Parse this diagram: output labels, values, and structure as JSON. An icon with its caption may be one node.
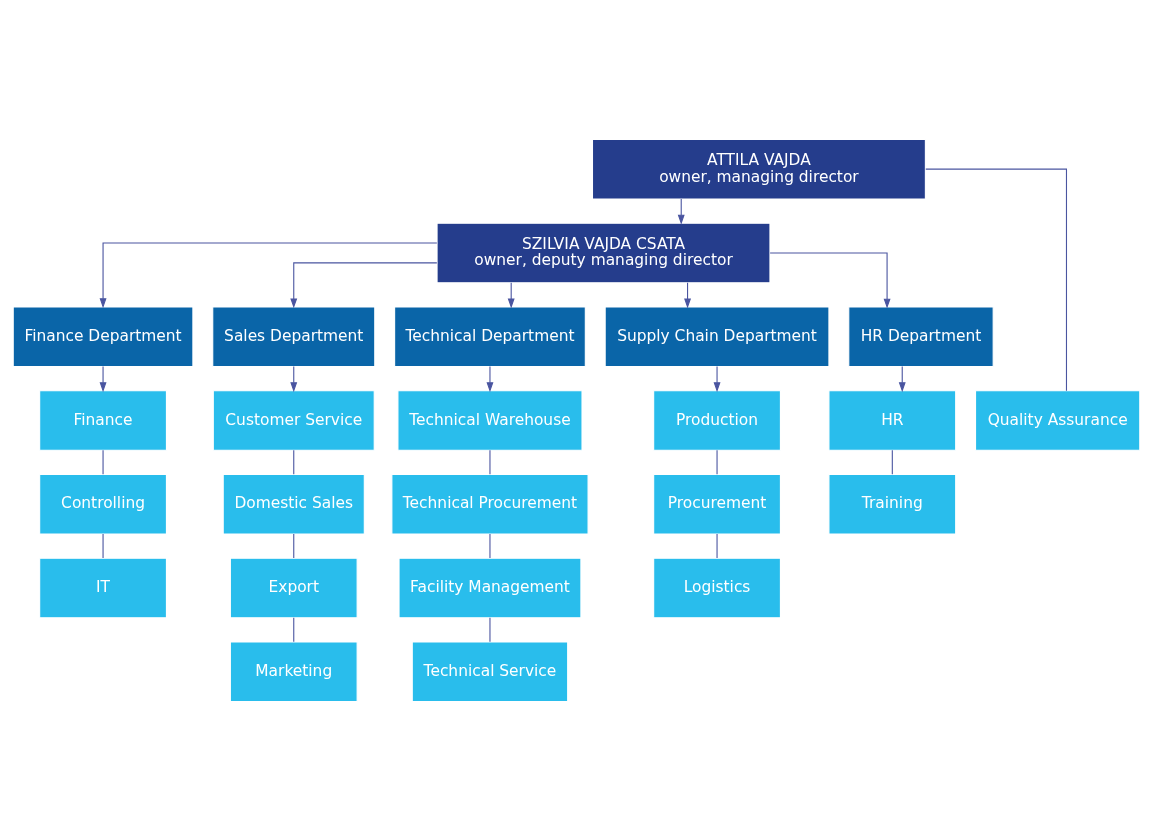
{
  "diagram": {
    "nodes": [
      {
        "text": [
          "ATTILA VAJDA",
          "owner, managing director"
        ]
      },
      {
        "text": [
          "SZILVIA VAJDA CSATA",
          "owner, deputy managing director"
        ]
      },
      {
        "text": [
          "Finance Department"
        ]
      },
      {
        "text": [
          "Sales Department"
        ]
      },
      {
        "text": [
          "Technical Department"
        ]
      },
      {
        "text": [
          "Supply Chain Department"
        ]
      },
      {
        "text": [
          "HR Department"
        ]
      },
      {
        "text": [
          "Quality Assurance"
        ]
      },
      {
        "text": [
          "Finance"
        ]
      },
      {
        "text": [
          "Controlling"
        ]
      },
      {
        "text": [
          "IT"
        ]
      },
      {
        "text": [
          "Customer Service"
        ]
      },
      {
        "text": [
          "Domestic Sales"
        ]
      },
      {
        "text": [
          "Export"
        ]
      },
      {
        "text": [
          "Marketing"
        ]
      },
      {
        "text": [
          "Technical Warehouse"
        ]
      },
      {
        "text": [
          "Technical Procurement"
        ]
      },
      {
        "text": [
          "Facility Management"
        ]
      },
      {
        "text": [
          "Technical Service"
        ]
      },
      {
        "text": [
          "Production"
        ]
      },
      {
        "text": [
          "Procurement"
        ]
      },
      {
        "text": [
          "Logistics"
        ]
      },
      {
        "text": [
          "HR"
        ]
      },
      {
        "text": [
          "Training"
        ]
      }
    ],
    "edges": [
      {
        "from": 0,
        "to": 1,
        "arrow": "to"
      },
      {
        "from": 0,
        "to": 7,
        "arrow": "none"
      },
      {
        "from": 1,
        "to": 2,
        "arrow": "to"
      },
      {
        "from": 1,
        "to": 3,
        "arrow": "to"
      },
      {
        "from": 1,
        "to": 4,
        "arrow": "to"
      },
      {
        "from": 1,
        "to": 5,
        "arrow": "to"
      },
      {
        "from": 1,
        "to": 6,
        "arrow": "to"
      },
      {
        "from": 2,
        "to": 8,
        "arrow": "to"
      },
      {
        "from": 8,
        "to": 9,
        "arrow": "none"
      },
      {
        "from": 9,
        "to": 10,
        "arrow": "none"
      },
      {
        "from": 3,
        "to": 11,
        "arrow": "to"
      },
      {
        "from": 11,
        "to": 12,
        "arrow": "none"
      },
      {
        "from": 12,
        "to": 13,
        "arrow": "none"
      },
      {
        "from": 13,
        "to": 14,
        "arrow": "none"
      },
      {
        "from": 4,
        "to": 15,
        "arrow": "to"
      },
      {
        "from": 15,
        "to": 16,
        "arrow": "none"
      },
      {
        "from": 16,
        "to": 17,
        "arrow": "none"
      },
      {
        "from": 17,
        "to": 18,
        "arrow": "none"
      },
      {
        "from": 5,
        "to": 19,
        "arrow": "to"
      },
      {
        "from": 19,
        "to": 20,
        "arrow": "none"
      },
      {
        "from": 20,
        "to": 21,
        "arrow": "none"
      },
      {
        "from": 6,
        "to": 22,
        "arrow": "to"
      },
      {
        "from": 22,
        "to": 23,
        "arrow": "none"
      }
    ]
  }
}
